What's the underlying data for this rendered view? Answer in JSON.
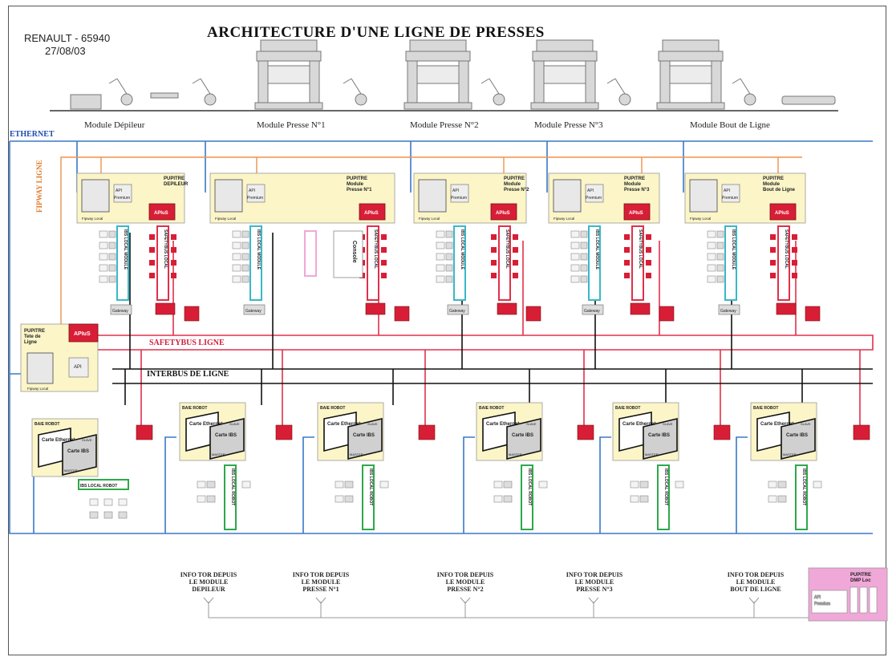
{
  "header": {
    "company": "RENAULT - 65940",
    "date": "27/08/03",
    "title": "ARCHITECTURE D'UNE LIGNE DE PRESSES"
  },
  "modules": [
    {
      "label": "Module Dépileur"
    },
    {
      "label": "Module Presse N°1"
    },
    {
      "label": "Module Presse N°2"
    },
    {
      "label": "Module Presse N°3"
    },
    {
      "label": "Module Bout de Ligne"
    }
  ],
  "buses": {
    "ethernet": "ETHERNET",
    "safety": "SAFETYBUS LIGNE",
    "interbus": "INTERBUS DE LIGNE",
    "fipway": "FIPWAY LIGNE"
  },
  "pupitres": [
    {
      "title": "PUPITRE\nDEPILEUR"
    },
    {
      "title": "PUPITRE\nModule\nPresse N°1"
    },
    {
      "title": "PUPITRE\nModule\nPresse N°2"
    },
    {
      "title": "PUPITRE\nModule\nPresse N°3"
    },
    {
      "title": "PUPITRE\nModule\nBout de Ligne"
    }
  ],
  "pupitre_tete": "PUPITRE\nTete de\nLigne",
  "pupitre_dmp": "PUPITRE\nDMP Loc",
  "labels": {
    "apius": "APIuS",
    "api": "API",
    "premium": "Premium",
    "fipway_local": "Fipway Local",
    "ibs_local_module": "IBS LOCAL MODULE",
    "ibs_local_robot": "IBS LOCAL ROBOT",
    "safetybus_local": "SAFETYBUS LOCAL",
    "gateway": "Gateway",
    "baie_robot": "BAIE ROBOT",
    "carte_ethernet": "Carte Ethernet",
    "carte_ibs": "Carte IBS",
    "slave": "SLAVE",
    "master": "MASTER",
    "console": "Console"
  },
  "info_tor": [
    "INFO TOR DEPUIS\nLE MODULE\nDEPILEUR",
    "INFO TOR DEPUIS\nLE MODULE\nPRESSE N°1",
    "INFO TOR DEPUIS\nLE MODULE\nPRESSE N°2",
    "INFO TOR DEPUIS\nLE MODULE\nPRESSE N°3",
    "INFO TOR DEPUIS\nLE MODULE\nBOUT DE LIGNE"
  ],
  "colors": {
    "ethernet": "#3a78c8",
    "safety": "#e0304a",
    "interbus": "#111111",
    "fipway": "#f0924a",
    "ibs_local": "#3ab8c8",
    "ibs_robot": "#2ea84a",
    "pupitre_bg": "#fbf5c8",
    "apius": "#d81e36",
    "dmp_bg": "#f0a8d8"
  }
}
